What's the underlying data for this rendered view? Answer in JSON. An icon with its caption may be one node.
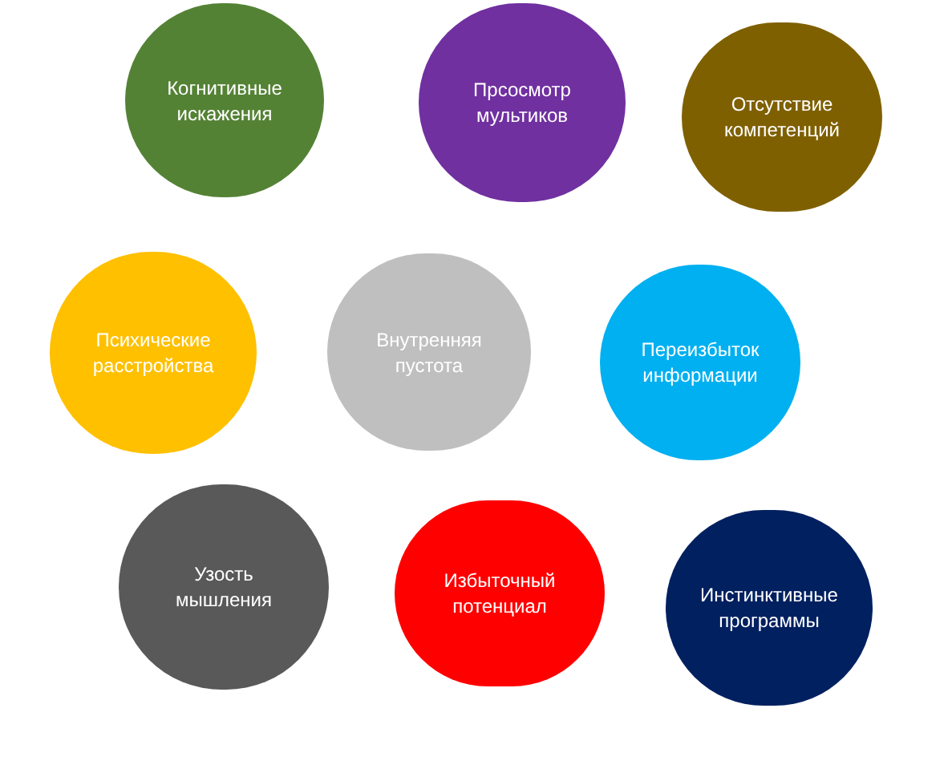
{
  "diagram": {
    "nodes": [
      {
        "text": [
          "Когнитивные искажения"
        ]
      },
      {
        "text": [
          "Прсосмотр мультиков"
        ]
      },
      {
        "text": [
          "Отсутствие компетенций"
        ]
      },
      {
        "text": [
          "Психические расстройства"
        ]
      },
      {
        "text": [
          "Внутренняя пустота"
        ]
      },
      {
        "text": [
          "Переизбыток информации"
        ]
      },
      {
        "text": [
          "Узость мышления"
        ]
      },
      {
        "text": [
          "Избыточный потенциал"
        ]
      },
      {
        "text": [
          "Инстинктивные программы"
        ]
      }
    ]
  }
}
